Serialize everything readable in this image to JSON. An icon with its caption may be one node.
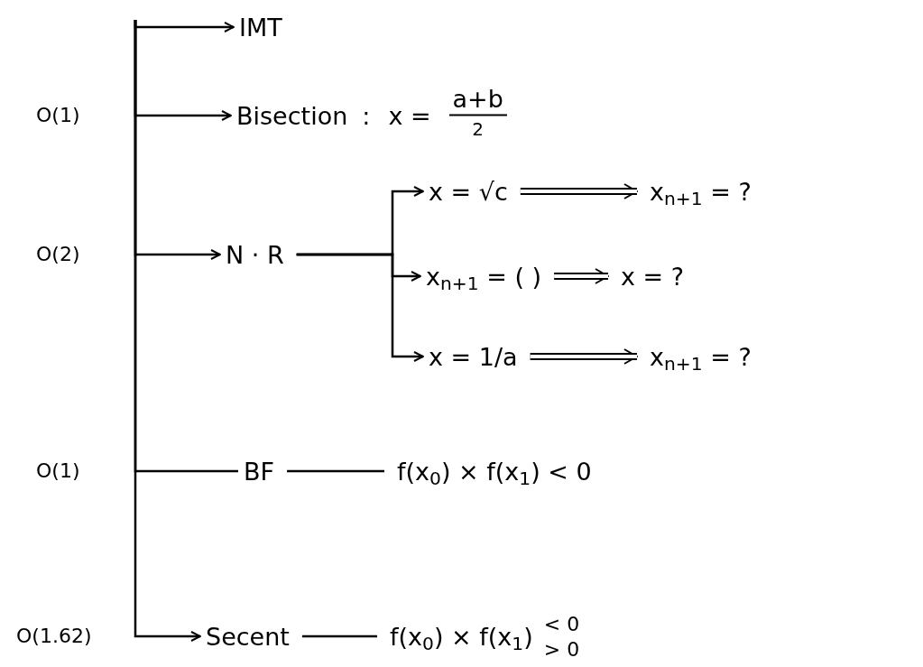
{
  "diagram": {
    "nodes": [
      {
        "text": [
          "IMT"
        ]
      },
      {
        "text": [
          "Bisection"
        ],
        "beside": [
          ":",
          "x =",
          "a+b",
          "2"
        ]
      },
      {
        "text": [
          "N · R"
        ]
      },
      {
        "text": [
          "x = √c"
        ]
      },
      {
        "text": [
          "x$_{n+1}$ = ?"
        ]
      },
      {
        "text": [
          "x$_{n+1}$ = ( )"
        ]
      },
      {
        "text": [
          "x = ?"
        ]
      },
      {
        "text": [
          "x = 1/a"
        ]
      },
      {
        "text": [
          "x$_{n+1}$ = ?"
        ]
      },
      {
        "text": [
          "BF"
        ]
      },
      {
        "text": [
          "f(x$_{0}$) × f(x$_{1}$) < 0"
        ]
      },
      {
        "text": [
          "Secent"
        ]
      },
      {
        "text": [
          "f(x$_{0}$) × f(x$_{1}$)",
          "< 0",
          "> 0"
        ]
      }
    ],
    "edges": [
      {
        "from": null,
        "to": 0,
        "arrow": "to"
      },
      {
        "from": null,
        "to": 1,
        "arrow": "to"
      },
      {
        "from": null,
        "to": 2,
        "arrow": "to"
      },
      {
        "from": null,
        "to": 9,
        "arrow": "none"
      },
      {
        "from": null,
        "to": 11,
        "arrow": "to"
      },
      {
        "from": 2,
        "to": 3,
        "arrow": "to"
      },
      {
        "from": 2,
        "to": 5,
        "arrow": "to"
      },
      {
        "from": 2,
        "to": 7,
        "arrow": "to"
      },
      {
        "from": 3,
        "to": 4,
        "arrow": "to",
        "style": "thick"
      },
      {
        "from": 5,
        "to": 6,
        "arrow": "to",
        "style": "thick"
      },
      {
        "from": 7,
        "to": 8,
        "arrow": "to",
        "style": "thick"
      },
      {
        "from": 9,
        "to": 10,
        "arrow": "none"
      },
      {
        "from": 11,
        "to": 12,
        "arrow": "none"
      }
    ],
    "labels": [
      "O(1)",
      "O(2)",
      "O(1)",
      "O(1.62)"
    ]
  }
}
